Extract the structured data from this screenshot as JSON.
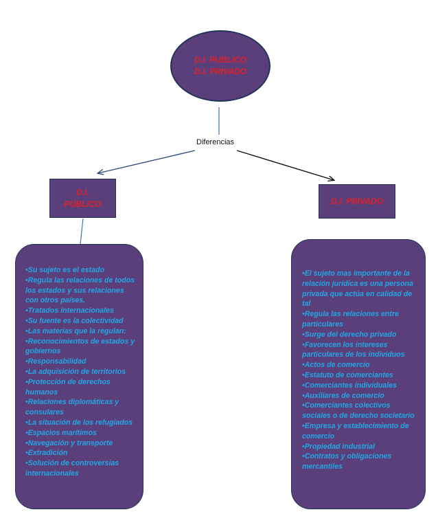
{
  "root": {
    "lines": [
      "D.I. PUBLICO",
      "D.I. PRIVADO"
    ]
  },
  "connector_label": "Diferencias",
  "left_node": {
    "lines": [
      "D.I.",
      "PÚBLICO"
    ]
  },
  "right_node": {
    "lines": [
      "D.I. PRIVADO"
    ]
  },
  "left_items": [
    "•Su sujeto es el estado",
    "•Regula las relaciones de todos los estados y sus relaciones con otros países.",
    "•Tratados internacionales",
    "•Su fuente es la colectividad",
    "•Las materias que la regulan:",
    "•Reconocimientos de estados y gobiernos",
    "•Responsabilidad",
    "•La adquisición de territorios",
    "•Protección de derechos humanos",
    "•Relaciones diplomáticas y consulares",
    "•La situación de los refugiados",
    "•Espacios marítimos",
    "•Navegación y transporte",
    "•Extradición",
    "•Solución de controversias internacionales"
  ],
  "right_items": [
    "•El sujeto mas importante de la relación jurídica es una persona privada que actúa en calidad de tal",
    "•Regula las relaciones entre particulares",
    "•Surge del derecho privado",
    "•Favorecen los intereses particulares de los individuos",
    "•Actos de comercio",
    "•Estatuto de comerciantes",
    "•Comerciantes individuales",
    "•Auxiliares de comercio",
    "•Comerciantes colectivos sociales o de derecho societario",
    "•Empresa y establecimiento de comercio",
    "•Propiedad industrial",
    "•Contratos y obligaciones mercantiles"
  ],
  "colors": {
    "node_fill": "#5b3f7a",
    "node_border": "#22345a",
    "title_text": "#e0202a",
    "item_text": "#22a6e6",
    "connector_blue": "#4a6fa5"
  }
}
